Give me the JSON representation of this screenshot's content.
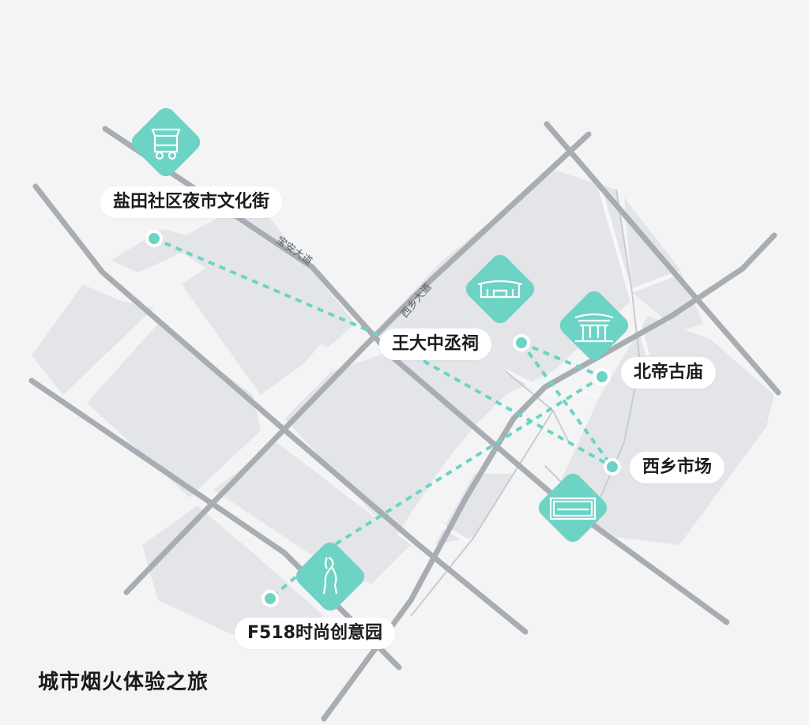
{
  "map": {
    "title": "城市烟火体验之旅",
    "roads": [
      {
        "id": "baoan",
        "name": "宝安大道"
      },
      {
        "id": "xixiang",
        "name": "西乡大道"
      }
    ],
    "places": [
      {
        "id": "night-market",
        "name": "盐田社区夜市文化街",
        "icon": "food-cart-icon"
      },
      {
        "id": "ancestral-hall",
        "name": "王大中丞祠",
        "icon": "ancestral-hall-icon"
      },
      {
        "id": "beidi-temple",
        "name": "北帝古庙",
        "icon": "temple-gate-icon"
      },
      {
        "id": "xixiang-market",
        "name": "西乡市场",
        "icon": "market-icon"
      },
      {
        "id": "f518",
        "name": "F518时尚创意园",
        "icon": "sculpture-icon"
      }
    ],
    "colors": {
      "accent": "#6cd3c5",
      "road": "#a8adb4",
      "block": "#e3e5e8",
      "background": "#f4f4f4"
    }
  }
}
